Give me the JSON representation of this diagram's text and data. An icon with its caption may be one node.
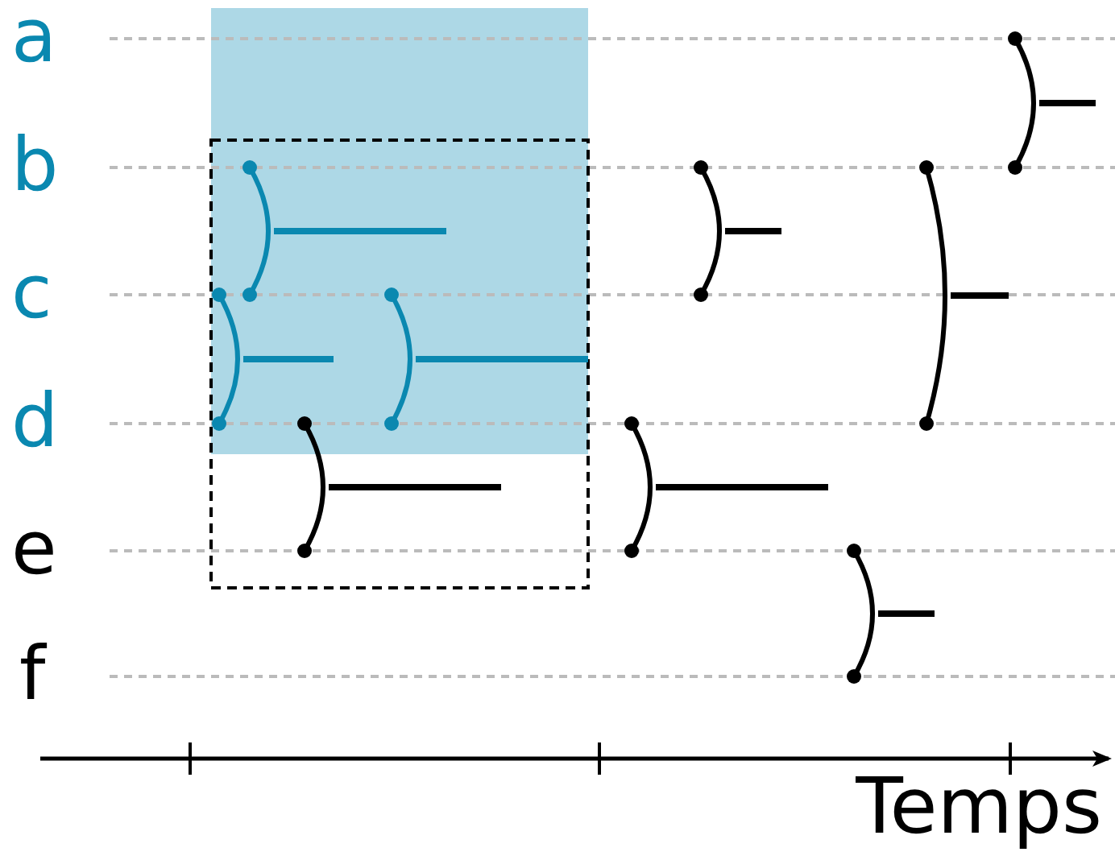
{
  "diagram": {
    "labels": [
      "a",
      "b",
      "c",
      "d",
      "e",
      "f",
      "Temps"
    ]
  }
}
